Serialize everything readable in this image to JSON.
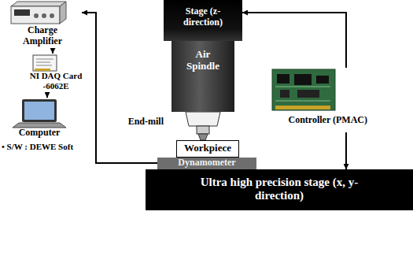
{
  "diagram": {
    "nodes": [
      {
        "text": [
          "Charge Amplifier"
        ]
      },
      {
        "text": [
          "NI DAQ Card -6062E"
        ]
      },
      {
        "text": [
          "Computer"
        ]
      },
      {
        "text": [
          "Stage (z-direction)"
        ]
      },
      {
        "text": [
          "Air Spindle"
        ]
      },
      {
        "text": [
          "End-mill"
        ]
      },
      {
        "text": [
          "Workpiece"
        ]
      },
      {
        "text": [
          "Dynamometer"
        ]
      },
      {
        "text": [
          "Ultra high precision stage (x, y-direction)"
        ]
      },
      {
        "text": [
          "Controller (PMAC)"
        ]
      }
    ],
    "edges": [
      {
        "from": 7,
        "to": 0,
        "arrow": "to"
      },
      {
        "from": 0,
        "to": 1,
        "arrow": "to"
      },
      {
        "from": 1,
        "to": 2,
        "arrow": "to"
      },
      {
        "from": 9,
        "to": 3,
        "arrow": "to"
      },
      {
        "from": 9,
        "to": 8,
        "arrow": "to"
      }
    ],
    "labels": [
      "• S/W : DEWE Soft"
    ]
  }
}
